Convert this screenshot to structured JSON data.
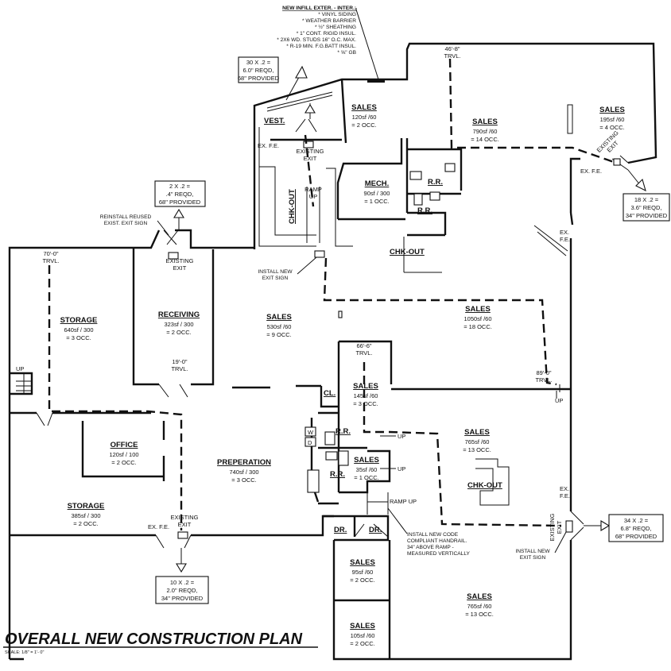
{
  "title": "OVERALL NEW CONSTRUCTION PLAN",
  "scale": "SCALE: 1/8\" = 1'- 0\"",
  "infill_note": {
    "heading": "NEW INFILL EXTER. - INTER.:",
    "lines": [
      "* VINYL SIDING",
      "* WEATHER BARRIER",
      "* ½\" SHEATHING",
      "* 1\" CONT. RIGID INSUL.",
      "* 2X6 WD. STUDS 16\" O.C. MAX.",
      "* R-19 MIN. F.G.BATT INSUL.",
      "* ⅝\" GB"
    ]
  },
  "rooms": [
    {
      "name": "VEST.",
      "area": "",
      "occ": ""
    },
    {
      "name": "SALES",
      "area": "120sf /60",
      "occ": "= 2 OCC."
    },
    {
      "name": "SALES",
      "area": "790sf /60",
      "occ": "= 14 OCC."
    },
    {
      "name": "SALES",
      "area": "195sf /60",
      "occ": "= 4 OCC."
    },
    {
      "name": "MECH.",
      "area": "90sf / 300",
      "occ": "= 1 OCC."
    },
    {
      "name": "R.R.",
      "area": "",
      "occ": ""
    },
    {
      "name": "R.R.",
      "area": "",
      "occ": ""
    },
    {
      "name": "CHK-OUT",
      "area": "",
      "occ": ""
    },
    {
      "name": "CHK-OUT",
      "area": "",
      "occ": ""
    },
    {
      "name": "STORAGE",
      "area": "640sf / 300",
      "occ": "= 3 OCC."
    },
    {
      "name": "RECEIVING",
      "area": "323sf / 300",
      "occ": "= 2 OCC."
    },
    {
      "name": "SALES",
      "area": "530sf /60",
      "occ": "= 9 OCC."
    },
    {
      "name": "SALES",
      "area": "1050sf /60",
      "occ": "= 18 OCC."
    },
    {
      "name": "SALES",
      "area": "145sf /60",
      "occ": "= 3 OCC."
    },
    {
      "name": "SALES",
      "area": "765sf /60",
      "occ": "= 13 OCC."
    },
    {
      "name": "OFFICE",
      "area": "120sf / 100",
      "occ": "= 2 OCC."
    },
    {
      "name": "PREPERATION",
      "area": "740sf / 300",
      "occ": "= 3 OCC."
    },
    {
      "name": "R.R.",
      "area": "",
      "occ": ""
    },
    {
      "name": "SALES",
      "area": "35sf /60",
      "occ": "= 1 OCC."
    },
    {
      "name": "R.R.",
      "area": "",
      "occ": ""
    },
    {
      "name": "CHK-OUT",
      "area": "",
      "occ": ""
    },
    {
      "name": "STORAGE",
      "area": "385sf / 300",
      "occ": "= 2 OCC."
    },
    {
      "name": "CL.",
      "area": "",
      "occ": ""
    },
    {
      "name": "DR.",
      "area": "",
      "occ": ""
    },
    {
      "name": "DR.",
      "area": "",
      "occ": ""
    },
    {
      "name": "SALES",
      "area": "95sf /60",
      "occ": "= 2 OCC."
    },
    {
      "name": "SALES",
      "area": "765sf /60",
      "occ": "= 13 OCC."
    },
    {
      "name": "SALES",
      "area": "105sf /60",
      "occ": "= 2 OCC."
    }
  ],
  "exit_capacities": [
    [
      "30 X .2 =",
      "6.0\" REQD,",
      "68\" PROVIDED"
    ],
    [
      "2 X .2 =",
      ".4\" REQD,",
      "68\" PROVIDED"
    ],
    [
      "18 X .2 =",
      "3.6\" REQD,",
      "34\" PROVIDED"
    ],
    [
      "34 X .2 =",
      "6.8\" REQD,",
      "68\" PROVIDED"
    ],
    [
      "10 X .2 =",
      "2.0\" REQD,",
      "34\" PROVIDED"
    ]
  ],
  "travel": [
    [
      "46'-8\"",
      "TRVL."
    ],
    [
      "70'-0\"",
      "TRVL."
    ],
    [
      "19'-0\"",
      "TRVL."
    ],
    [
      "66'-6\"",
      "TRVL."
    ],
    [
      "89'-0\"",
      "TRVL."
    ]
  ],
  "labels": {
    "existing_exit_1": [
      "EXISTING",
      "EXIT"
    ],
    "existing_exit_2": [
      "EXISTING",
      "EXIT"
    ],
    "existing_exit_3": [
      "EXISTING",
      "EXIT"
    ],
    "existing_exit_4": [
      "EXISTING",
      "EXIT"
    ],
    "existing_exit_5": [
      "EXISTING",
      "EXIT"
    ],
    "fe_1": "EX. F.E.",
    "fe_2": "EX. F.E.",
    "fe_3": "EX. F.E.",
    "fe_4": [
      "EX.",
      "F.E."
    ],
    "fe_5": [
      "EX.",
      "F.E."
    ],
    "ramp_up_1": [
      "RAMP",
      "UP"
    ],
    "ramp_up_2": "RAMP UP",
    "up_1": "UP",
    "up_2": "UP",
    "up_3": "UP",
    "up_4": "UP",
    "w": "W",
    "d": "D",
    "reinstall_sign": [
      "REINSTALL REUSED",
      "EXIST. EXIT SIGN"
    ],
    "new_sign_1": [
      "INSTALL NEW",
      "EXIT SIGN"
    ],
    "new_sign_2": [
      "INSTALL NEW",
      "EXIT SIGN"
    ],
    "handrail": [
      "INSTALL NEW CODE",
      "COMPLIANT HANDRAIL.",
      "34\" ABOVE RAMP -",
      "MEASURED VERTICALLY"
    ]
  }
}
